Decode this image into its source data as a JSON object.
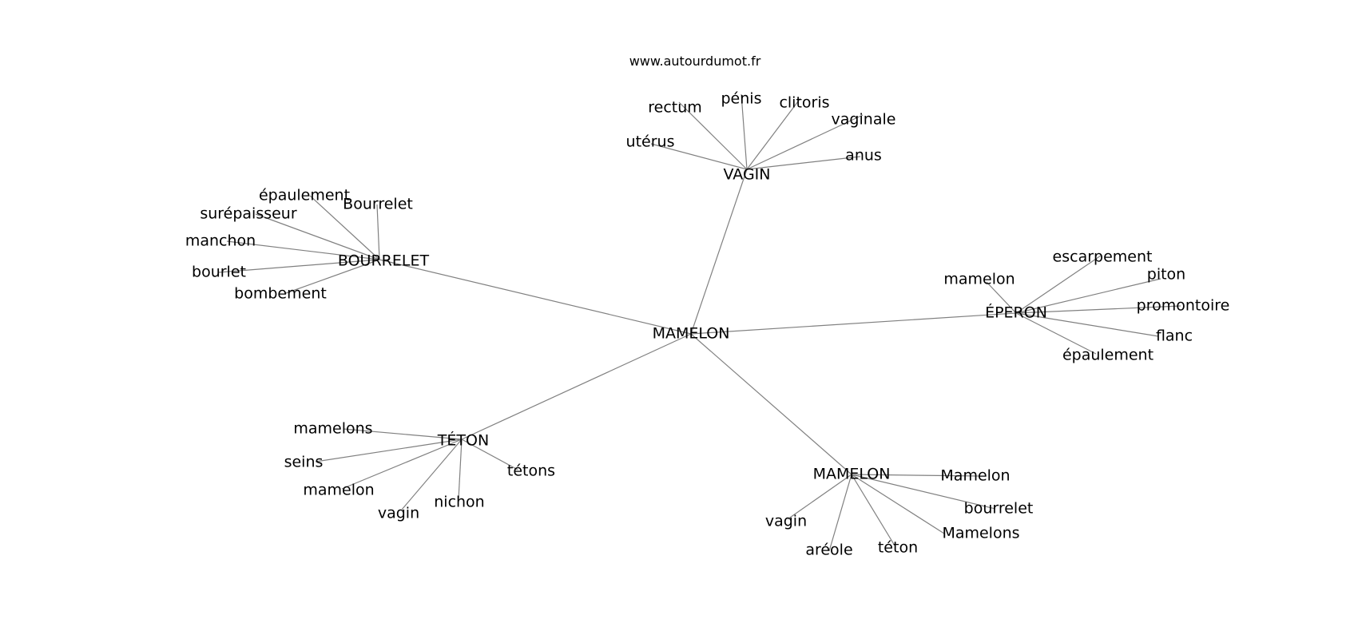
{
  "site": "www.autourdumot.fr",
  "graph": {
    "center": "MAMELON",
    "clusters": [
      {
        "label": "VAGIN",
        "related": [
          "rectum",
          "pénis",
          "clitoris",
          "vaginale",
          "utérus",
          "anus"
        ]
      },
      {
        "label": "BOURRELET",
        "related": [
          "épaulement",
          "Bourrelet",
          "surépaisseur",
          "manchon",
          "bourlet",
          "bombement"
        ]
      },
      {
        "label": "ÉPERON",
        "related": [
          "escarpement",
          "mamelon",
          "piton",
          "promontoire",
          "flanc",
          "épaulement"
        ]
      },
      {
        "label": "TÉTON",
        "related": [
          "mamelons",
          "seins",
          "mamelon",
          "vagin",
          "nichon",
          "tétons"
        ]
      },
      {
        "label": "MAMELON",
        "related": [
          "Mamelon",
          "bourrelet",
          "Mamelons",
          "téton",
          "aréole",
          "vagin"
        ]
      }
    ]
  }
}
